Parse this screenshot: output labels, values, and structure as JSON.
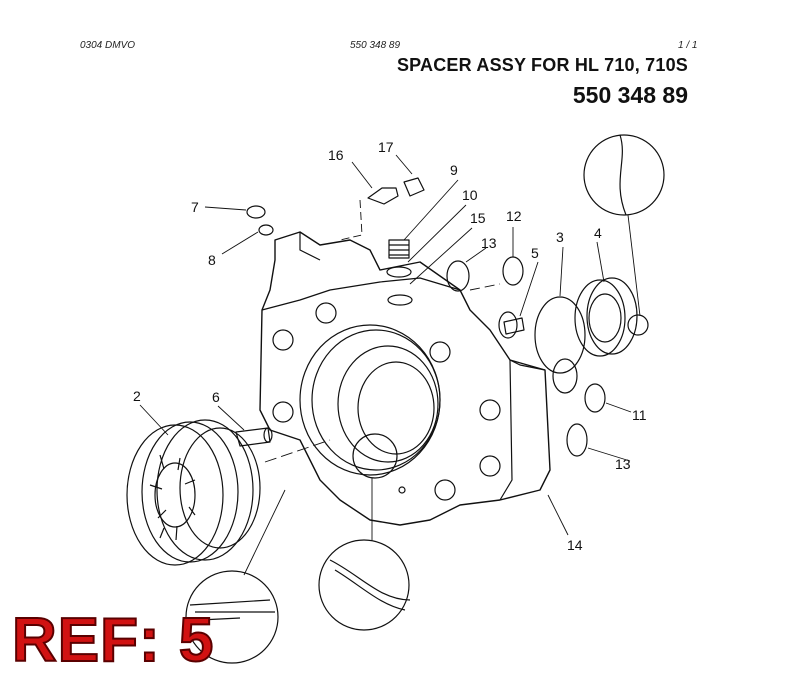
{
  "header": {
    "code": "0304 DMVO",
    "part_number_small": "550 348 89",
    "page": "1 /   1",
    "title": "SPACER ASSY FOR HL 710, 710S",
    "part_number": "550 348 89"
  },
  "callouts": [
    "16",
    "17",
    "9",
    "10",
    "15",
    "12",
    "13",
    "5",
    "3",
    "4",
    "7",
    "8",
    "2",
    "6",
    "11",
    "13",
    "14"
  ],
  "reference": "REF: 5",
  "colors": {
    "reference": "#d11212",
    "line": "#111111"
  }
}
